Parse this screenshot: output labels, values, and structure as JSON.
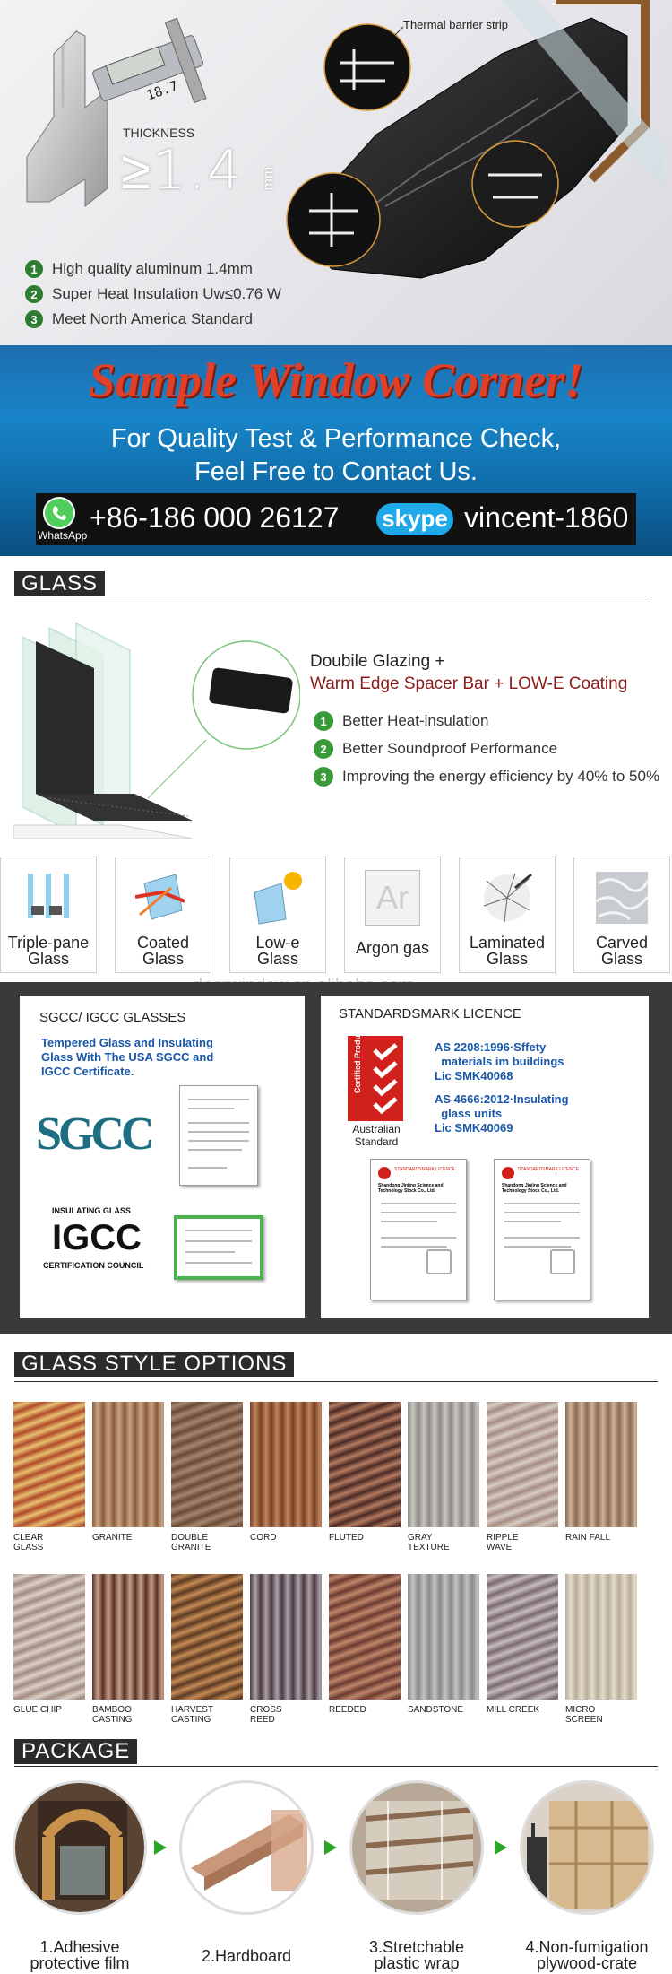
{
  "hero": {
    "callout": "Thermal barrier strip",
    "thickness_label": "THICKNESS",
    "thickness_value": "≥1.4",
    "thickness_unit": "mm",
    "caliper_reading": "18.7",
    "features": [
      {
        "num": "1",
        "text": "High quality aluminum 1.4mm"
      },
      {
        "num": "2",
        "text": "Super Heat Insulation Uw≤0.76 W"
      },
      {
        "num": "3",
        "text": "Meet North America Standard"
      }
    ]
  },
  "banner": {
    "title": "Sample Window Corner!",
    "line1": "For Quality Test & Performance Check,",
    "line2": "Feel Free to Contact Us.",
    "whatsapp_label": "WhatsApp",
    "phone": "+86-186 000 26127",
    "skype_label": "skype",
    "skype_id": "vincent-1860"
  },
  "glass": {
    "section_title": "GLASS",
    "heading_line1": "Doubile Glazing +",
    "heading_line2": "Warm Edge Spacer Bar + LOW-E Coating",
    "features": [
      {
        "num": "1",
        "text": "Better Heat-insulation"
      },
      {
        "num": "2",
        "text": "Better Soundproof Performance"
      },
      {
        "num": "3",
        "text": "Improving the energy efficiency by 40% to 50%"
      }
    ],
    "types": [
      {
        "line1": "Triple-pane",
        "line2": "Glass"
      },
      {
        "line1": "Coated",
        "line2": "Glass"
      },
      {
        "line1": "Low-e",
        "line2": "Glass"
      },
      {
        "line1": "Argon gas",
        "line2": ""
      },
      {
        "line1": "Laminated",
        "line2": "Glass"
      },
      {
        "line1": "Carved",
        "line2": "Glass"
      }
    ],
    "argon_symbol": "Ar"
  },
  "watermark": "doorwindow.en.alibaba.com",
  "certs": {
    "left_title": "SGCC/ IGCC GLASSES",
    "left_text": "Tempered Glass and Insulating Glass With The USA SGCC and IGCC Certificate.",
    "sgcc_logo": "SGCC",
    "igcc_top": "INSULATING GLASS",
    "igcc_logo": "IGCC",
    "igcc_bottom": "CERTIFICATION COUNCIL",
    "right_title": "STANDARDSMARK LICENCE",
    "badge_text": "Certified Product",
    "badge_caption_1": "Australian",
    "badge_caption_2": "Standard",
    "std1_line1": "AS 2208:1996·Sffety",
    "std1_line2": "materials im buildings",
    "std1_lic": "Lic SMK40068",
    "std2_line1": "AS 4666:2012·Insulating",
    "std2_line2": "glass units",
    "std2_lic": "Lic SMK40069",
    "doc_company": "Shandong Jinjing Science and Technology Stock Co., Ltd.",
    "doc_brand": "STANDARDSMARK LICENCE"
  },
  "styles": {
    "section_title": "GLASS STYLE OPTIONS",
    "row1": [
      {
        "l1": "CLEAR",
        "l2": "GLASS",
        "c1": "#b04a2a",
        "c2": "#e8c070"
      },
      {
        "l1": "GRANITE",
        "l2": "",
        "c1": "#8a5a3a",
        "c2": "#c9a585"
      },
      {
        "l1": "DOUBLE",
        "l2": "GRANITE",
        "c1": "#6b4a35",
        "c2": "#a48670"
      },
      {
        "l1": "CORD",
        "l2": "",
        "c1": "#7a3f22",
        "c2": "#c08560"
      },
      {
        "l1": "FLUTED",
        "l2": "",
        "c1": "#4a2a25",
        "c2": "#b47a60"
      },
      {
        "l1": "GRAY",
        "l2": "TEXTURE",
        "c1": "#8d8a86",
        "c2": "#c9c6c2"
      },
      {
        "l1": "RIPPLE",
        "l2": "WAVE",
        "c1": "#a58c80",
        "c2": "#d8ccc4"
      },
      {
        "l1": "RAIN FALL",
        "l2": "",
        "c1": "#8b6a50",
        "c2": "#cdb39c"
      }
    ],
    "row2": [
      {
        "l1": "GLUE CHIP",
        "l2": "",
        "c1": "#a18b80",
        "c2": "#ddd0c8"
      },
      {
        "l1": "BAMBOO",
        "l2": "CASTING",
        "c1": "#5a3025",
        "c2": "#c6a08a"
      },
      {
        "l1": "HARVEST",
        "l2": "CASTING",
        "c1": "#5a3a22",
        "c2": "#c68a55"
      },
      {
        "l1": "CROSS",
        "l2": "REED",
        "c1": "#4e3a40",
        "c2": "#a9a2ab"
      },
      {
        "l1": "REEDED",
        "l2": "",
        "c1": "#6a3a30",
        "c2": "#c0866a"
      },
      {
        "l1": "SANDSTONE",
        "l2": "",
        "c1": "#8a8888",
        "c2": "#c4c2c2"
      },
      {
        "l1": "MILL CREEK",
        "l2": "",
        "c1": "#7a6a70",
        "c2": "#c6bcbf"
      },
      {
        "l1": "MICRO",
        "l2": "SCREEN",
        "c1": "#b7ad9a",
        "c2": "#e4dcc9"
      }
    ]
  },
  "package": {
    "section_title": "PACKAGE",
    "steps": [
      {
        "l1": "1.Adhesive",
        "l2": "protective film"
      },
      {
        "l1": "2.Hardboard",
        "l2": ""
      },
      {
        "l1": "3.Stretchable",
        "l2": "plastic wrap"
      },
      {
        "l1": "4.Non-fumigation",
        "l2": "plywood-crate"
      }
    ]
  },
  "colors": {
    "accent_green": "#2e7d32",
    "banner_red": "#e0402a",
    "banner_blue": "#1784c7",
    "cert_blue": "#1a57a8",
    "section_dark": "#2b2b2b"
  }
}
